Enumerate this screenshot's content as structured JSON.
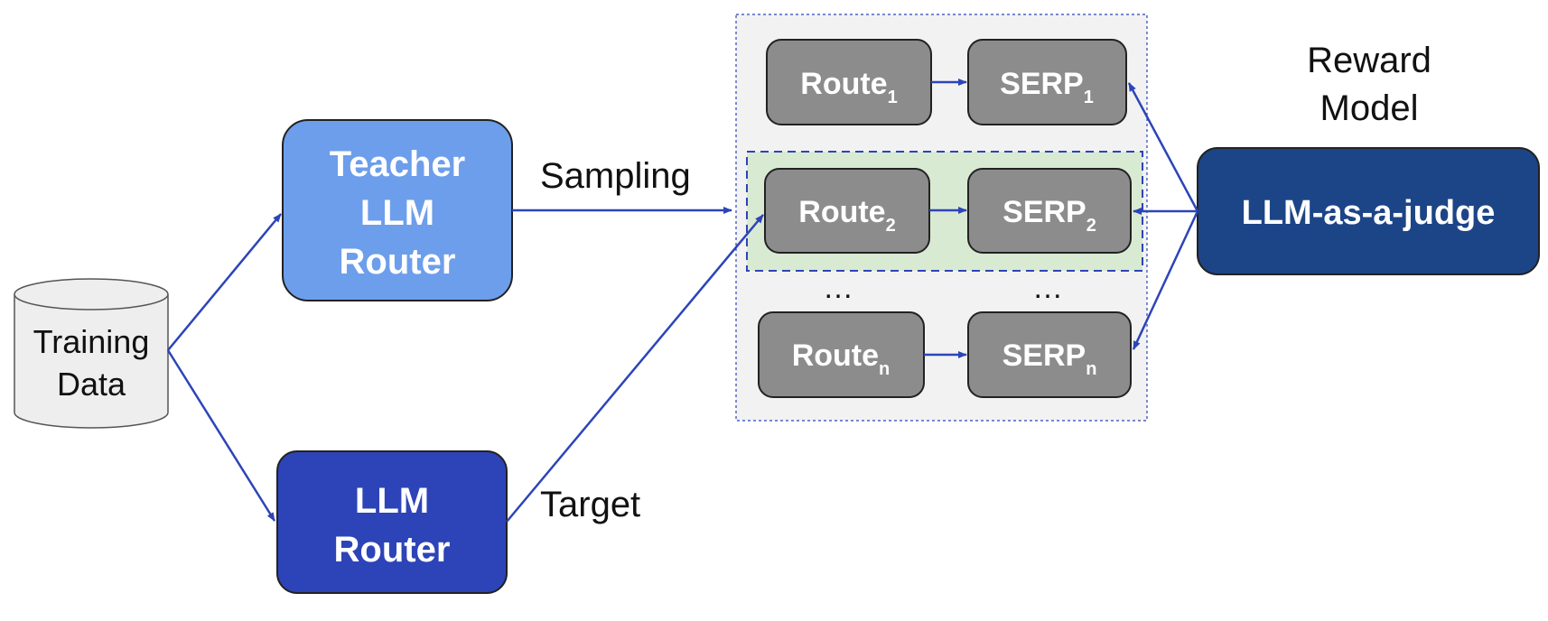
{
  "nodes": {
    "training_data": {
      "line1": "Training",
      "line2": "Data"
    },
    "teacher_router": {
      "line1": "Teacher",
      "line2": "LLM",
      "line3": "Router"
    },
    "llm_router": {
      "line1": "LLM",
      "line2": "Router"
    },
    "judge": {
      "label": "LLM-as-a-judge"
    }
  },
  "labels": {
    "sampling": "Sampling",
    "target": "Target",
    "reward_line1": "Reward",
    "reward_line2": "Model",
    "ellipsis_left": "…",
    "ellipsis_right": "…"
  },
  "candidates": [
    {
      "route": "Route",
      "route_sub": "1",
      "serp": "SERP",
      "serp_sub": "1"
    },
    {
      "route": "Route",
      "route_sub": "2",
      "serp": "SERP",
      "serp_sub": "2"
    },
    {
      "route": "Route",
      "route_sub": "n",
      "serp": "SERP",
      "serp_sub": "n"
    }
  ],
  "colors": {
    "teacher": "#6d9eeb",
    "llm_router": "#2d44b8",
    "judge": "#1c4587",
    "candidate_box": "#8c8c8c",
    "panel_bg": "#f2f2f2",
    "highlight_bg": "#d9ead3",
    "arrow": "#2d44b8"
  }
}
